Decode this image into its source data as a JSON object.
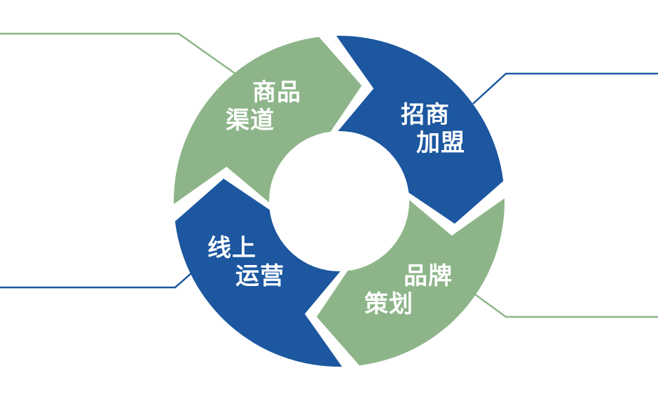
{
  "colors": {
    "green": "#8db589",
    "blue": "#1c57a0",
    "background": "#ffffff"
  },
  "segments": [
    {
      "id": "channel",
      "color": "green",
      "line1": "商品",
      "line2": "渠道"
    },
    {
      "id": "franchise",
      "color": "blue",
      "line1": "招商",
      "line2": "加盟"
    },
    {
      "id": "brand",
      "color": "green",
      "line1": "品牌",
      "line2": "策划"
    },
    {
      "id": "online",
      "color": "blue",
      "line1": "线上",
      "line2": "运营"
    }
  ]
}
